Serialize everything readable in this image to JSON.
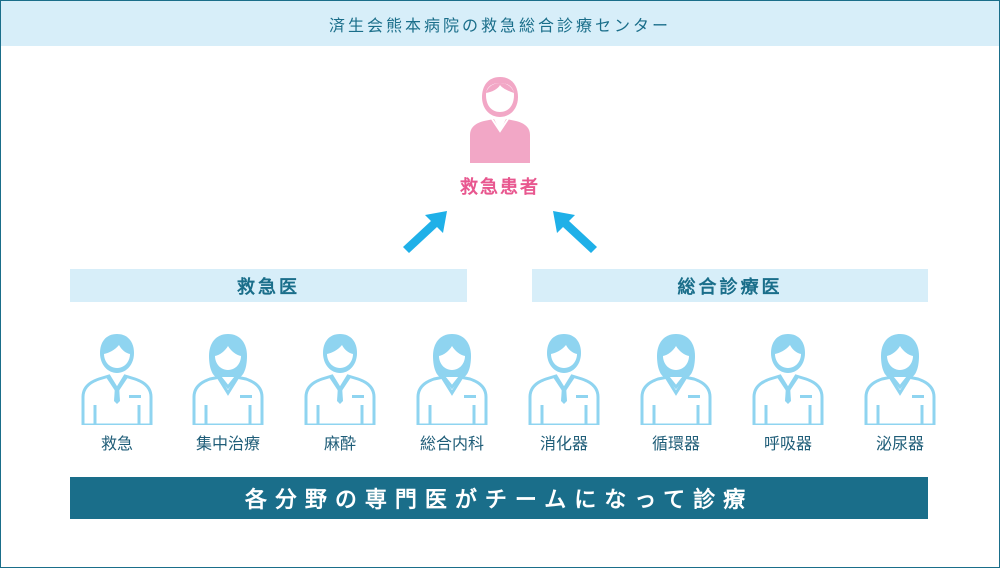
{
  "title": "済生会熊本病院の救急総合診療センター",
  "patient": {
    "label": "救急患者"
  },
  "groups": {
    "emergency": "救急医",
    "general": "総合診療医"
  },
  "doctors": [
    {
      "label": "救急",
      "type": "male"
    },
    {
      "label": "集中治療",
      "type": "female"
    },
    {
      "label": "麻酔",
      "type": "male"
    },
    {
      "label": "総合内科",
      "type": "female"
    },
    {
      "label": "消化器",
      "type": "male"
    },
    {
      "label": "循環器",
      "type": "female"
    },
    {
      "label": "呼吸器",
      "type": "male"
    },
    {
      "label": "泌尿器",
      "type": "female"
    }
  ],
  "footer": "各分野の専門医がチームになって診療",
  "colors": {
    "accent": "#1a6e8a",
    "light": "#d7eef9",
    "patient": "#f2a7c6",
    "patient_text": "#e8578f",
    "doctor": "#8fd4f0",
    "arrow": "#1fb0e8"
  }
}
